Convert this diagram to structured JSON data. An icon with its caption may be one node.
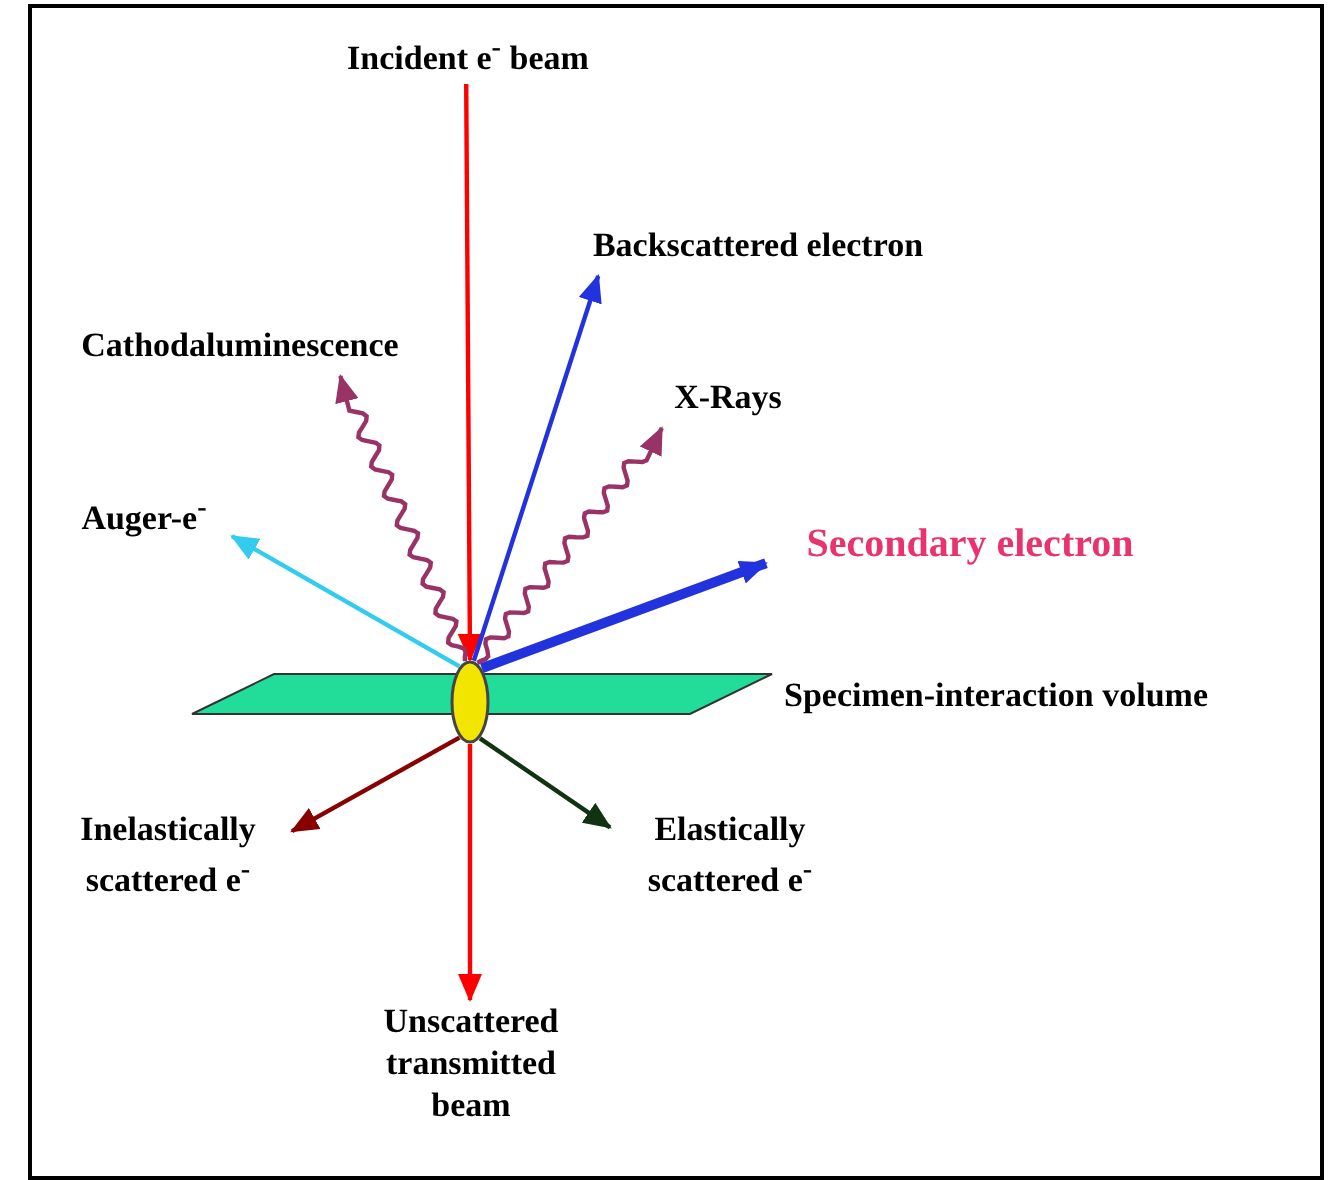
{
  "diagram": {
    "nodes": [
      {
        "text": [
          "Incident e$^{-}$ beam"
        ]
      },
      {
        "text": [
          "Backscattered electron"
        ]
      },
      {
        "text": [
          "Cathodaluminescence"
        ]
      },
      {
        "text": [
          "X-Rays"
        ]
      },
      {
        "text": [
          "Auger-e$^{-}$"
        ]
      },
      {
        "text": [
          "Secondary electron"
        ]
      },
      {
        "text": [],
        "shape": "box",
        "beside": [
          "Specimen-interaction volume"
        ]
      },
      {
        "text": [],
        "shape": "circle"
      },
      {
        "text": [
          "Inelastically scattered e$^{-}$"
        ]
      },
      {
        "text": [
          "Elastically scattered e$^{-}$"
        ]
      },
      {
        "text": [
          "Unscattered transmitted beam"
        ]
      }
    ],
    "edges": [
      {
        "from": 0,
        "to": 7,
        "arrow": "to",
        "color": "#ff0000"
      },
      {
        "from": 7,
        "to": 1,
        "arrow": "to",
        "color": "#2233dd"
      },
      {
        "from": 7,
        "to": 2,
        "arrow": "to",
        "color": "#993366"
      },
      {
        "from": 7,
        "to": 3,
        "arrow": "to",
        "color": "#993366"
      },
      {
        "from": 7,
        "to": 4,
        "arrow": "to",
        "color": "#33ccee"
      },
      {
        "from": 7,
        "to": 5,
        "arrow": "to",
        "style": "thick",
        "color": "#2233dd"
      },
      {
        "from": 7,
        "to": 8,
        "arrow": "to",
        "color": "#880000"
      },
      {
        "from": 7,
        "to": 9,
        "arrow": "to",
        "color": "#113311"
      },
      {
        "from": 7,
        "to": 10,
        "arrow": "to",
        "color": "#ff0000"
      }
    ]
  }
}
